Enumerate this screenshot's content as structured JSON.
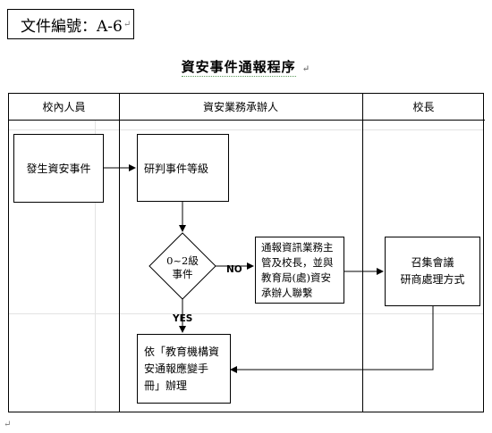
{
  "doc_number": "文件編號：A-6",
  "title": "資安事件通報程序",
  "lanes": [
    "校內人員",
    "資安業務承辦人",
    "校長"
  ],
  "nodes": {
    "incident": "發生資安事件",
    "assess": "研判事件等級",
    "decision": "0~2級\n事件",
    "report": "通報資訊業務主管及校長，並與教育局(處)資安承辦人聯繫",
    "meeting": "召集會議\n研商處理方式",
    "handbook": "依「教育機構資安通報應變手冊」辦理"
  },
  "edge_labels": {
    "no": "NO",
    "yes": "YES"
  },
  "marks": {
    "pilcrow": "↵"
  }
}
